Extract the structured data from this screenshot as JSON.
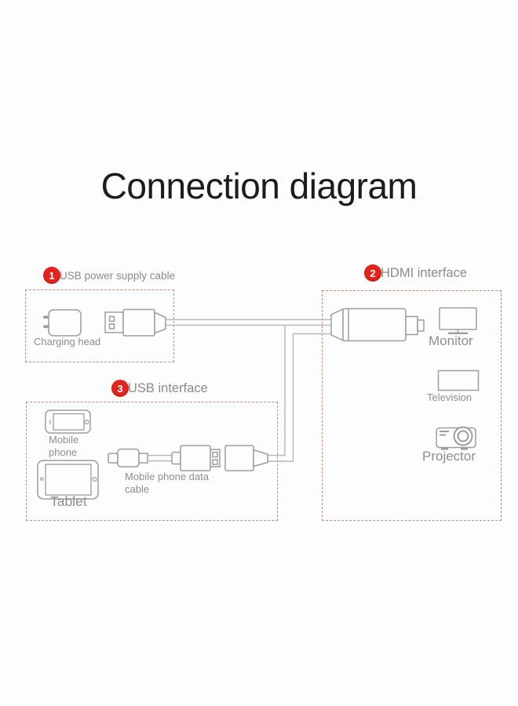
{
  "title": "Connection diagram",
  "sections": {
    "power": {
      "badge": "1",
      "label": "USB power supply cable"
    },
    "hdmi": {
      "badge": "2",
      "label": "HDMI interface"
    },
    "usb": {
      "badge": "3",
      "label": "USB interface"
    }
  },
  "devices": {
    "charging_head": "Charging head",
    "monitor": "Monitor",
    "television": "Television",
    "projector": "Projector",
    "mobile_phone": "Mobile phone",
    "tablet": "Tablet",
    "data_cable": "Mobile phone data cable"
  },
  "colors": {
    "badge_red": "#e2241d",
    "dashed_border": "#cf8a7f",
    "device_stroke": "#9d9d9d",
    "cable_stroke": "#b8b8b8",
    "label_text": "#8f8f8f",
    "header_text": "#8a8a8a",
    "title_text": "#1c1c1c"
  }
}
